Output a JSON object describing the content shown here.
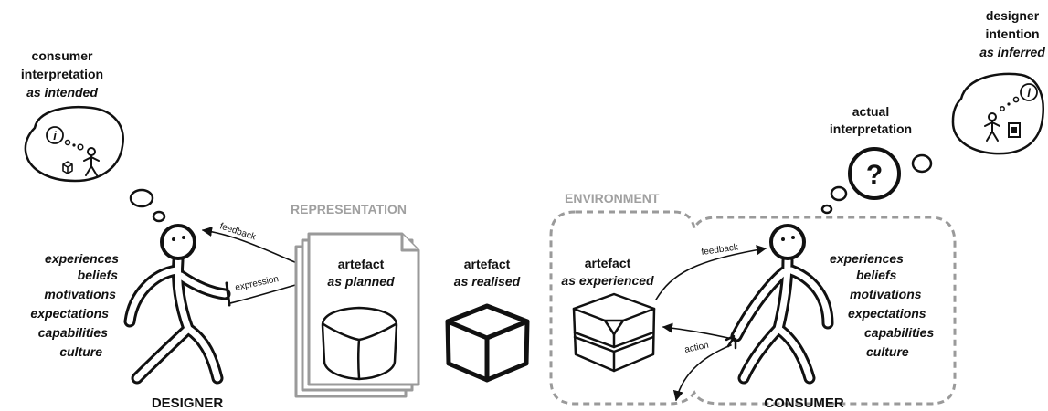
{
  "colors": {
    "ink": "#111111",
    "muted": "#a0a0a0"
  },
  "consumer_interpretation_as_intended": {
    "line1": "consumer",
    "line2": "interpretation",
    "line3": "as intended",
    "symbol": "i"
  },
  "designer_intention_as_inferred": {
    "line1": "designer",
    "line2": "intention",
    "line3": "as inferred",
    "symbol": "i"
  },
  "actual_interpretation": {
    "line1": "actual",
    "line2": "interpretation",
    "symbol": "?"
  },
  "designer": {
    "label": "DESIGNER",
    "traits": [
      "experiences",
      "beliefs",
      "motivations",
      "expectations",
      "capabilities",
      "culture"
    ]
  },
  "representation": {
    "title": "REPRESENTATION",
    "artefact": "artefact",
    "qualifier": "as planned"
  },
  "realised": {
    "artefact": "artefact",
    "qualifier": "as realised"
  },
  "environment": {
    "title": "ENVIRONMENT",
    "artefact": "artefact",
    "qualifier": "as experienced"
  },
  "consumer": {
    "label": "CONSUMER",
    "traits": [
      "experiences",
      "beliefs",
      "motivations",
      "expectations",
      "capabilities",
      "culture"
    ]
  },
  "arrows": {
    "designer_feedback": "feedback",
    "expression": "expression",
    "consumer_feedback": "feedback",
    "action": "action"
  }
}
